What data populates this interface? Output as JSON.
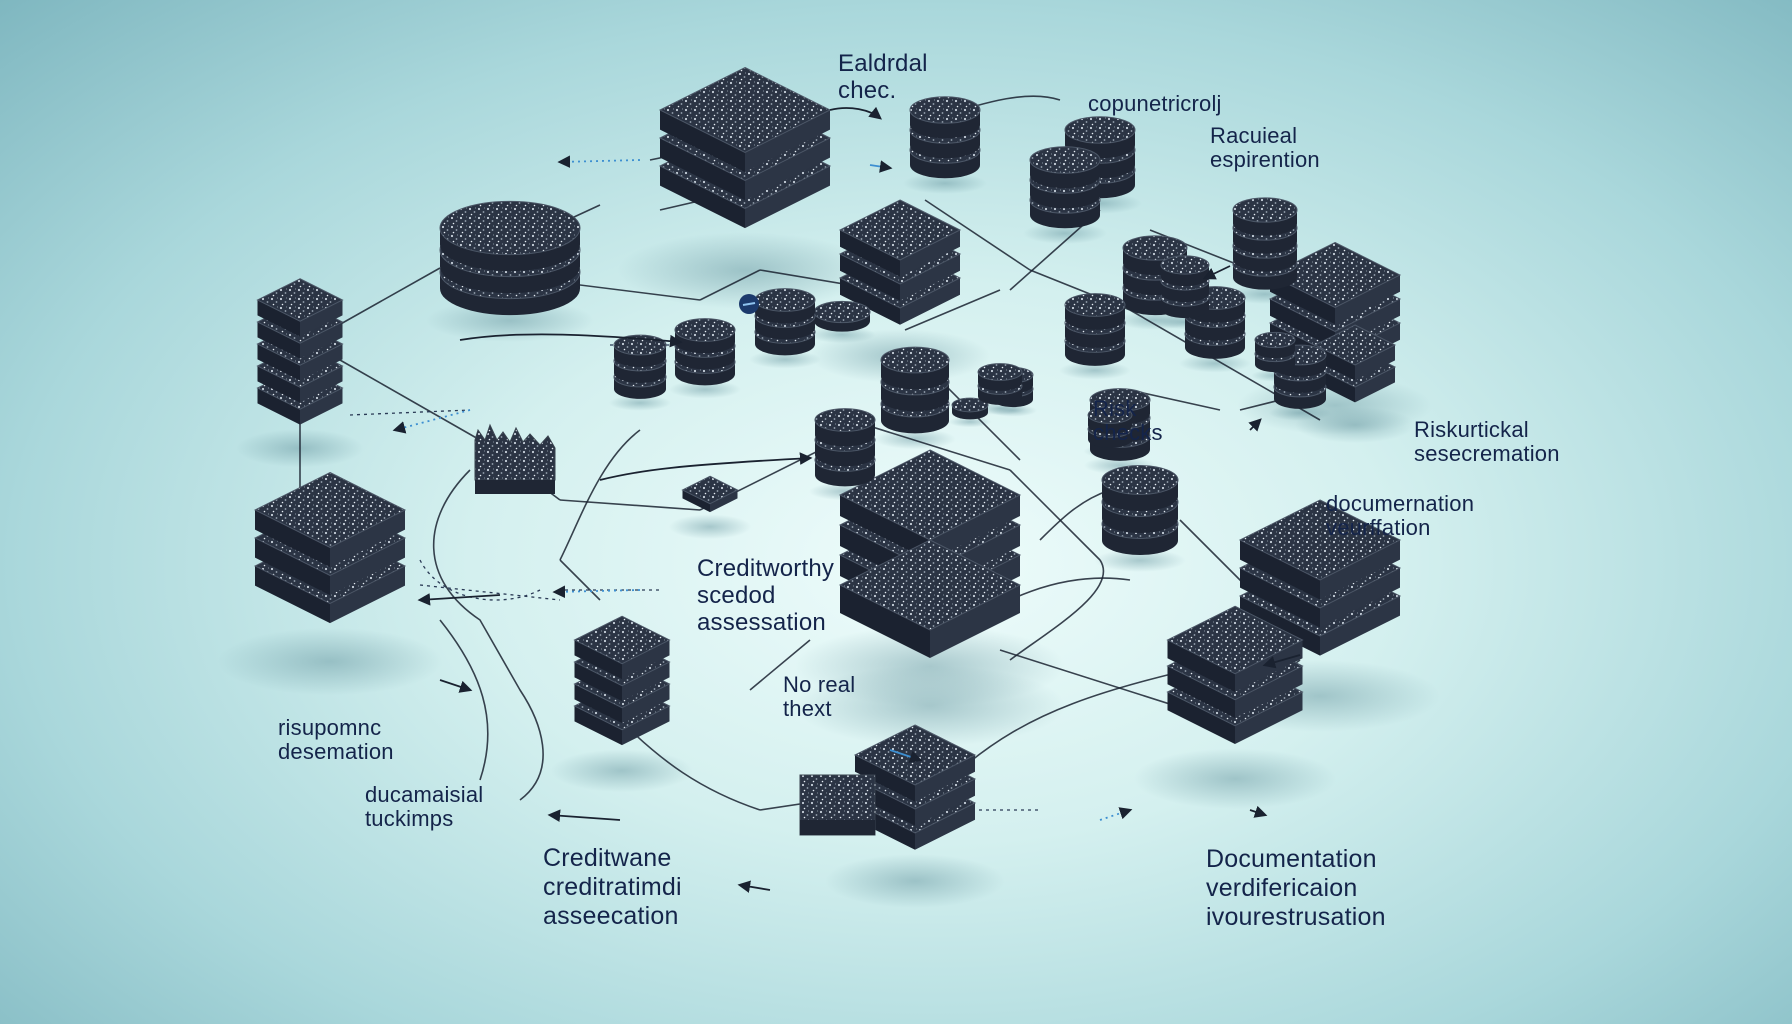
{
  "colors": {
    "background": "#d4f0ef",
    "node_dark": "#1d2533",
    "node_light": "#6b7683",
    "connector": "#1a2230",
    "arrow_accent": "#3d8fd1",
    "label_text": "#14244a"
  },
  "labels": [
    {
      "id": "ealdrdal",
      "lines": [
        "Ealdrdal",
        "chec."
      ]
    },
    {
      "id": "copunetic",
      "lines": [
        "copunetricrolj"
      ]
    },
    {
      "id": "racuieal",
      "lines": [
        "Racuieal",
        "espirention"
      ]
    },
    {
      "id": "risk-checks",
      "lines": [
        "Risk",
        "checks"
      ]
    },
    {
      "id": "riskurtickal",
      "lines": [
        "Riskurtickal",
        "sesecremation"
      ]
    },
    {
      "id": "documernation",
      "lines": [
        "documernation",
        "veurffation"
      ]
    },
    {
      "id": "creditworthy",
      "lines": [
        "Creditworthy",
        "scedod",
        "assessation"
      ]
    },
    {
      "id": "no-real",
      "lines": [
        "No real",
        "thext"
      ]
    },
    {
      "id": "risupomnc",
      "lines": [
        "risupomnc",
        "desemation"
      ]
    },
    {
      "id": "ducamaisial",
      "lines": [
        "ducamaisial",
        "tuckimps"
      ]
    },
    {
      "id": "creditwane",
      "lines": [
        "Creditwane",
        "creditratimdi",
        "asseecation"
      ]
    },
    {
      "id": "documentation-bottom",
      "lines": [
        "Documentation",
        "verdifericaion",
        "ivourestrusation"
      ]
    }
  ],
  "icons": [
    "database-stack-icon",
    "disc-stack-icon",
    "flow-arrow-icon",
    "connector-node-icon"
  ]
}
